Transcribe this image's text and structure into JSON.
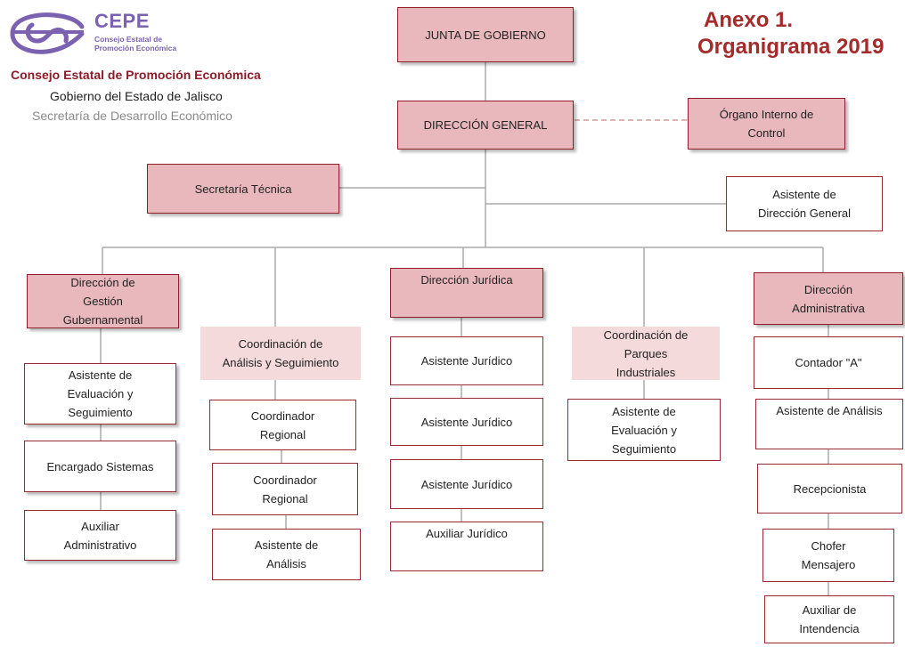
{
  "header": {
    "logo_name": "CEPE",
    "logo_sub": "Consejo Estatal de\nPromoción Económica",
    "org_name": "Consejo Estatal de Promoción Económica",
    "gov": "Gobierno del Estado de Jalisco",
    "secretaria": "Secretaría de Desarrollo Económico",
    "annex": "Anexo 1.",
    "annex_sub": "Organigrama 2019"
  },
  "nodes": {
    "junta": "JUNTA DE GOBIERNO",
    "direccion_general": "DIRECCIÓN GENERAL",
    "organo_interno": "Órgano Interno de\nControl",
    "secretaria_tecnica": "Secretaría Técnica",
    "asistente_dg": "Asistente de\nDirección  General",
    "dir_gestion": "Dirección de\nGestión\nGubernamental",
    "coord_analisis": "Coordinación  de\nAnálisis y Seguimiento",
    "dir_juridica": "Dirección Jurídica",
    "coord_parques": "Coordinación de\nParques\nIndustriales",
    "dir_admin": "Dirección\nAdministrativa",
    "g1": "Asistente  de\nEvaluación y\nSeguimiento",
    "g2": "Encargado  Sistemas",
    "g3": "Auxiliar\nAdministrativo",
    "c1": "Coordinador\nRegional",
    "c2": "Coordinador\nRegional",
    "c3": "Asistente de\nAnálisis",
    "j1": "Asistente Jurídico",
    "j2": "Asistente Jurídico",
    "j3": "Asistente Jurídico",
    "j4": "Auxiliar Jurídico",
    "p1": "Asistente de\nEvaluación  y\nSeguimiento",
    "a1": "Contador \"A\"",
    "a2": "Asistente de Análisis",
    "a3": "Recepcionista",
    "a4": "Chofer\nMensajero",
    "a5": "Auxiliar de\nIntendencia"
  },
  "colors": {
    "box_fill": "#e9b8bc",
    "light_fill": "#f4dadb",
    "border": "#8e1f2a",
    "line": "#aaaaaa",
    "dashed": "#d29a9e",
    "title": "#a52a2a",
    "logo": "#7b62b0"
  }
}
